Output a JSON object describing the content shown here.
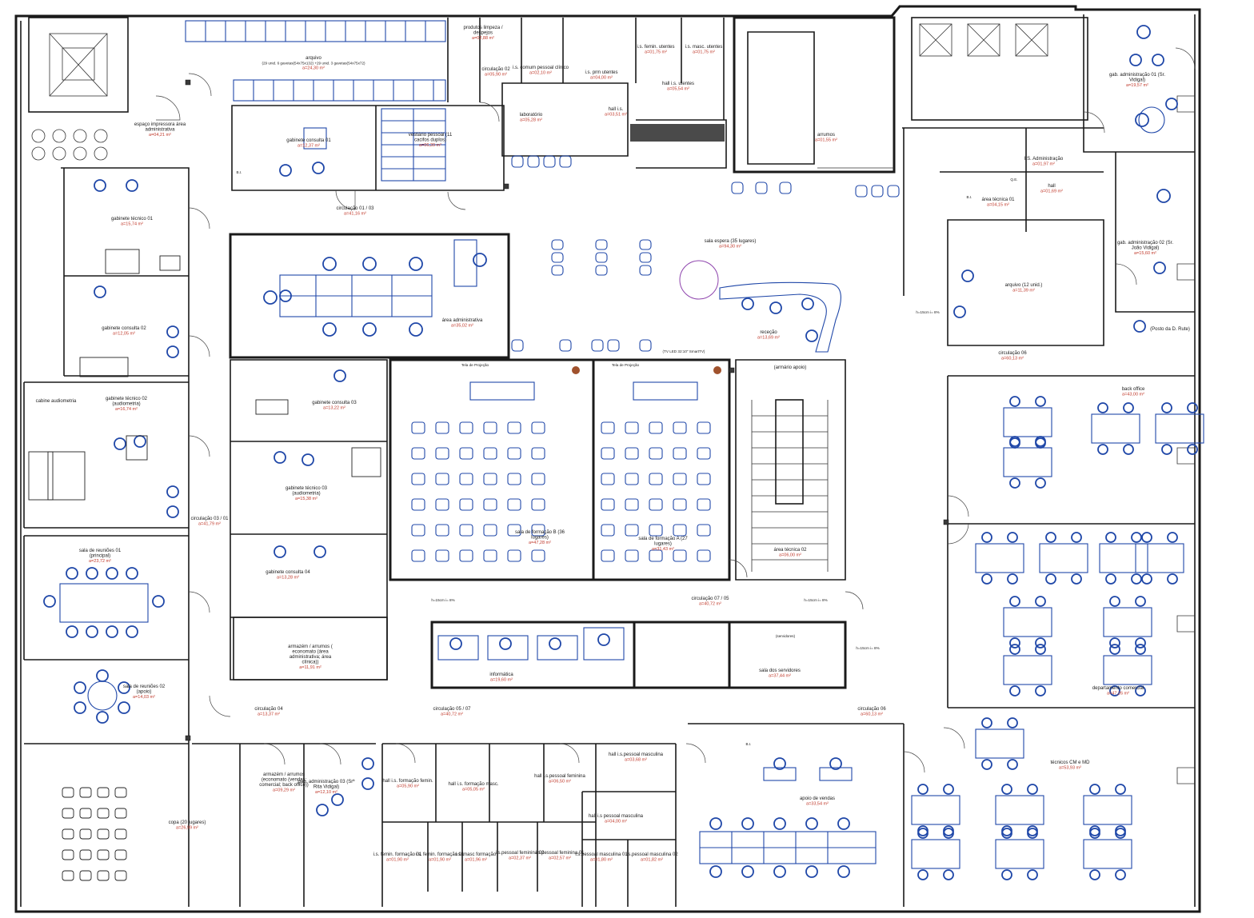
{
  "colors": {
    "walls": "#1a1a1a",
    "furniture": "#1f47a8",
    "area_text": "#c0392b",
    "glass": "#2a8a4a"
  },
  "rooms": [
    {
      "key": "arquivo_top",
      "name": "arquivo",
      "sub": "(29 unid. 6 gavetas(54x75x132) +29 unid. 3 gavetas(54x75x72)",
      "area": "a=24,30 m²"
    },
    {
      "key": "produtos",
      "name": "produtos limpeza / despejos",
      "area": "a=02,88 m²"
    },
    {
      "key": "circ02",
      "name": "circulação 02",
      "area": "a=05,90 m²"
    },
    {
      "key": "is_comum",
      "name": "i.s. comum pessoal clínico",
      "area": "a=02,10 m²"
    },
    {
      "key": "is_prm",
      "name": "i.s. prm utentes",
      "area": "a=04,00 m²"
    },
    {
      "key": "is_femin_ut",
      "name": "i.s. femin. utentes",
      "area": "a=01,75 m²"
    },
    {
      "key": "is_masc_ut",
      "name": "i.s. masc. utentes",
      "area": "a=01,75 m²"
    },
    {
      "key": "hall_is_ut",
      "name": "hall i.s. utentes",
      "area": "a=05,54 m²"
    },
    {
      "key": "laboratorio",
      "name": "laboratório",
      "area": "a=05,28 m²"
    },
    {
      "key": "hall_is",
      "name": "hall i.s.",
      "area": "a=03,51 m²"
    },
    {
      "key": "espaco_imp",
      "name": "espaço impressora área administrativa",
      "area": "a=04,21 m²"
    },
    {
      "key": "gab_cons01",
      "name": "gabinete consulta 01",
      "area": "a=12,37 m²"
    },
    {
      "key": "vestiario",
      "name": "vestiário pessoal (11 cacifos duplos)",
      "area": "a=06,39 m²"
    },
    {
      "key": "circ0103",
      "name": "circulação 01 / 03",
      "area": "a=41,16 m²"
    },
    {
      "key": "gab_tec01",
      "name": "gabinete técnico 01",
      "area": "a=15,74 m²"
    },
    {
      "key": "area_admin",
      "name": "área administrativa",
      "area": "a=35,02 m²"
    },
    {
      "key": "sala_espera",
      "name": "sala espera (35 lugares)",
      "area": "a=94,30 m²"
    },
    {
      "key": "rececao",
      "name": "receção",
      "area": "a=13,69 m²"
    },
    {
      "key": "gab_cons02",
      "name": "gabinete consulta 02",
      "area": "a=12,05 m²"
    },
    {
      "key": "cabine",
      "name": "cabine audiometria",
      "area": ""
    },
    {
      "key": "gab_tec02",
      "name": "gabinete técnico 02 (audiometria)",
      "area": "a=16,74 m²"
    },
    {
      "key": "gab_cons03",
      "name": "gabinete consulta 03",
      "area": "a=13,22 m²"
    },
    {
      "key": "gab_tec03",
      "name": "gabinete técnico 03 (audiometria)",
      "area": "a=15,38 m²"
    },
    {
      "key": "sala_form_b",
      "name": "sala de formação B (36 lugares)",
      "area": "a=47,28 m²"
    },
    {
      "key": "sala_form_a",
      "name": "sala de formação A (27 lugares)",
      "area": "a=31,43 m²"
    },
    {
      "key": "circ0301",
      "name": "circulação 03 / 01",
      "area": "a=41,79 m²"
    },
    {
      "key": "sala_reun01",
      "name": "sala de reuniões 01 (principal)",
      "area": "a=23,72 m²"
    },
    {
      "key": "gab_cons04",
      "name": "gabinete consulta 04",
      "area": "a=13,28 m²"
    },
    {
      "key": "armario_apoio",
      "name": "(armário apoio)",
      "area": ""
    },
    {
      "key": "area_tec02",
      "name": "área técnica 02",
      "area": "a=06,00 m²"
    },
    {
      "key": "circ0705",
      "name": "circulação 07 / 05",
      "area": "a=40,72 m²"
    },
    {
      "key": "armazem1",
      "name": "armazém / arrumos ( economato (área administrativa; área clínica))",
      "area": "a=11,91 m²"
    },
    {
      "key": "informatica",
      "name": "informática",
      "area": "a=19,60 m²"
    },
    {
      "key": "sala_serv",
      "name": "sala dos servidores",
      "area": "a=37,44 m²"
    },
    {
      "key": "sala_reun02",
      "name": "sala de reuniões 02 (apoio)",
      "area": "a=14,03 m²"
    },
    {
      "key": "circ04",
      "name": "circulação 04",
      "area": "a=13,37 m²"
    },
    {
      "key": "circ0507",
      "name": "circulação 05 / 07",
      "area": "a=40,72 m²"
    },
    {
      "key": "circ06b",
      "name": "circulação 06",
      "area": "a=60,13 m²"
    },
    {
      "key": "armazem2",
      "name": "armazém / arrumos (economato (vendas; comercial; back office))",
      "area": "a=09,29 m²"
    },
    {
      "key": "gab_adm03",
      "name": "gab. administração 03 (Srª Rita Vidigal)",
      "area": "a=12,10 m²"
    },
    {
      "key": "hall_is_ff",
      "name": "hall i.s. formação femin.",
      "area": "a=05,90 m²"
    },
    {
      "key": "hall_is_fm",
      "name": "hall i.s. formação masc.",
      "area": "a=05,05 m²"
    },
    {
      "key": "hall_is_pf",
      "name": "hall i.s.pessoal feminina",
      "area": "a=06,50 m²"
    },
    {
      "key": "hall_is_pm",
      "name": "hall i.s.pessoal masculina",
      "area": "a=03,68 m²"
    },
    {
      "key": "hall_is_pm2",
      "name": "hall i.s pessoal masculina",
      "area": "a=04,00 m²"
    },
    {
      "key": "copa",
      "name": "copa (20 lugares)",
      "area": "a=26,99 m²"
    },
    {
      "key": "is_ff01",
      "name": "i.s. femin. formação 01",
      "area": "a=01,90 m²"
    },
    {
      "key": "is_ff01b",
      "name": "i.s. femin. formação 01",
      "area": "a=01,90 m²"
    },
    {
      "key": "is_mf",
      "name": "i.s. masc formação",
      "area": "a=01,96 m²"
    },
    {
      "key": "is_pf02",
      "name": "i.s.pessoal feminina 02",
      "area": "a=02,37 m²"
    },
    {
      "key": "is_pf01",
      "name": "i.s.pessoal feminina 01",
      "area": "a=02,57 m²"
    },
    {
      "key": "is_pm01",
      "name": "i.s.pessoal masculina 01",
      "area": "a=01,80 m²"
    },
    {
      "key": "is_pm02",
      "name": "i.s.pessoal masculina 02",
      "area": "a=01,82 m²"
    },
    {
      "key": "apoio_vendas",
      "name": "apoio de vendas",
      "area": "a=33,54 m²"
    },
    {
      "key": "tecnicos",
      "name": "técnicos CM e MD",
      "area": "a=53,93 m²"
    },
    {
      "key": "arrumos",
      "name": "arrumos",
      "area": "a=01,55 m²"
    },
    {
      "key": "is_admin",
      "name": "I.S. Administração",
      "area": "a=01,97 m²"
    },
    {
      "key": "area_tec01",
      "name": "área técnica 01",
      "area": "a=04,15 m²"
    },
    {
      "key": "hall_r",
      "name": "hall",
      "area": "a=01,69 m²"
    },
    {
      "key": "gab_adm01",
      "name": "gab. administração 01 (Sr. Vidigal)",
      "area": "a=19,57 m²"
    },
    {
      "key": "gab_adm02",
      "name": "gab. administração 02 (Sr. João Vidigal)",
      "area": "a=15,60 m²"
    },
    {
      "key": "arquivo12",
      "name": "arquivo (12 unid.)",
      "area": "a=11,39 m²"
    },
    {
      "key": "circ06a",
      "name": "circulação 06",
      "area": "a=60,13 m²"
    },
    {
      "key": "back_office",
      "name": "back office",
      "area": "a=43,00 m²"
    },
    {
      "key": "dep_comercial",
      "name": "departamento comercial",
      "area": "a=47,26 m²"
    },
    {
      "key": "posto_rute",
      "name": "(Posto da D. Rute)",
      "area": ""
    }
  ],
  "notes": {
    "ramp1": "h=15cm i= 8%",
    "ramp2": "h=15cm i= 8%",
    "ramp3": "h=15cm i= 8%",
    "ramp4": "h=15cm i= 8%",
    "bi1": "B.I.",
    "bi2": "B.I.",
    "bi3": "B.I.",
    "qe": "Q.E.",
    "tv": "(TV LED 32:10\" SmartTV)",
    "proj_b": "Tela de Projeção",
    "proj_a": "Tela de Projeção",
    "servidores": "(servidores)"
  }
}
